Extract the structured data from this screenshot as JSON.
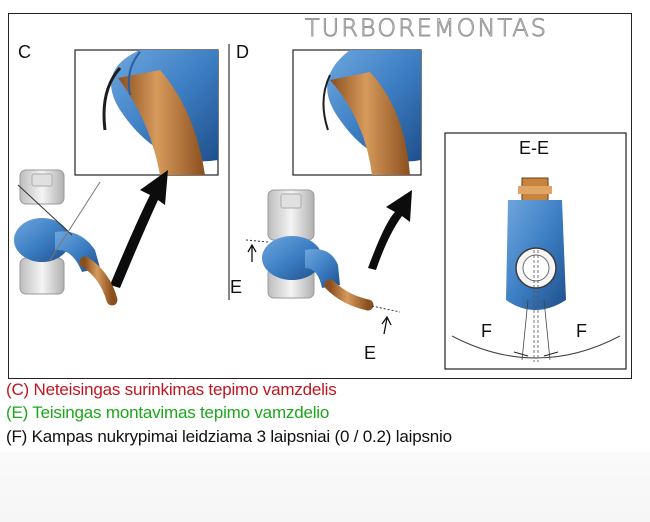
{
  "brand": {
    "name": "TURBOREMONTAS"
  },
  "diagram": {
    "panel_c_label": "C",
    "panel_d_label": "D",
    "section_label": "E-E",
    "dimension_label_e": "E",
    "angle_label_f": "F"
  },
  "captions": {
    "line1": "(C) Neteisingas surinkimas tepimo vamzdelis",
    "line2": "(E) Teisingas montavimas tepimo vamzdelio",
    "line3": "(F) Kampas nukrypimai leidziama 3 laipsniai (0 / 0.2) laipsnio"
  },
  "colors": {
    "caption_incorrect": "#c0161e",
    "caption_correct": "#1aa81a",
    "caption_note": "#111111",
    "banjo_blue": "#3d7fc4",
    "pipe_copper": "#b9773a"
  }
}
